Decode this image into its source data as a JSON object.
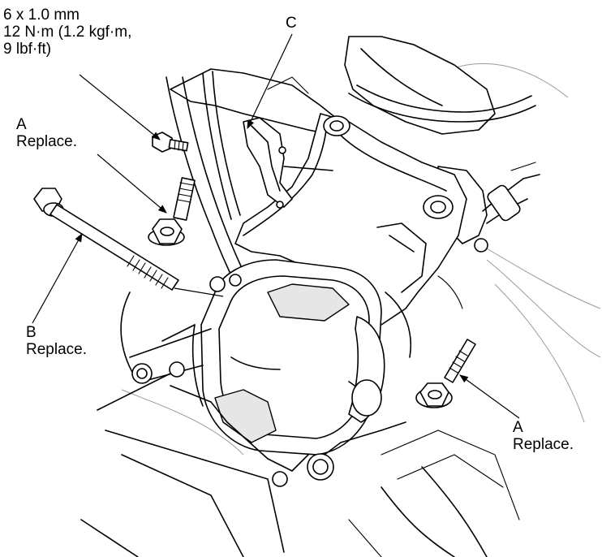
{
  "callouts": {
    "bolt_spec": {
      "line1": "6 x 1.0 mm",
      "line2": "12 N·m (1.2 kgf·m,",
      "line3": "9 lbf·ft)"
    },
    "c": {
      "letter": "C"
    },
    "a_upper": {
      "letter": "A",
      "note": "Replace."
    },
    "b": {
      "letter": "B",
      "note": "Replace."
    },
    "a_lower": {
      "letter": "A",
      "note": "Replace."
    }
  },
  "icons": [
    "bolt-a-upper",
    "bolt-b-long",
    "bolt-a-lower",
    "bolt-small-6mm",
    "bracket-c",
    "engine-mount"
  ]
}
